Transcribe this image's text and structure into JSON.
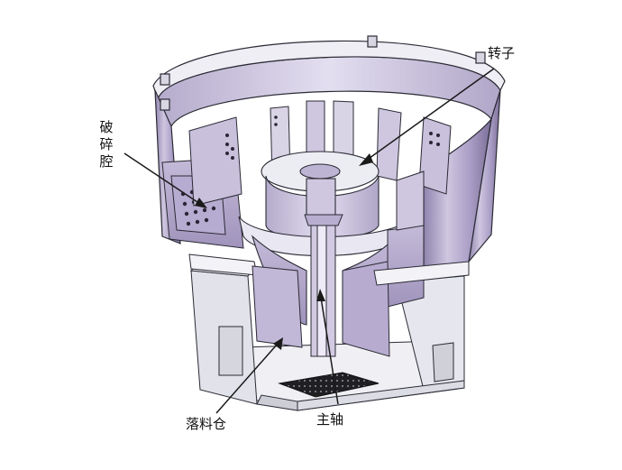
{
  "labels": {
    "rotor": "转子",
    "crushing_chamber": "破碎腔",
    "discharge_bin": "落料仓",
    "main_shaft": "主轴"
  },
  "colors": {
    "purple_light": "#c6bcd8",
    "purple_mid": "#a79bc2",
    "purple_dark": "#7d7099",
    "gray_light": "#e8e8ee",
    "gray_mid": "#cfcfd8",
    "outline": "#2b2b35",
    "arrow": "#1a1a1a"
  }
}
